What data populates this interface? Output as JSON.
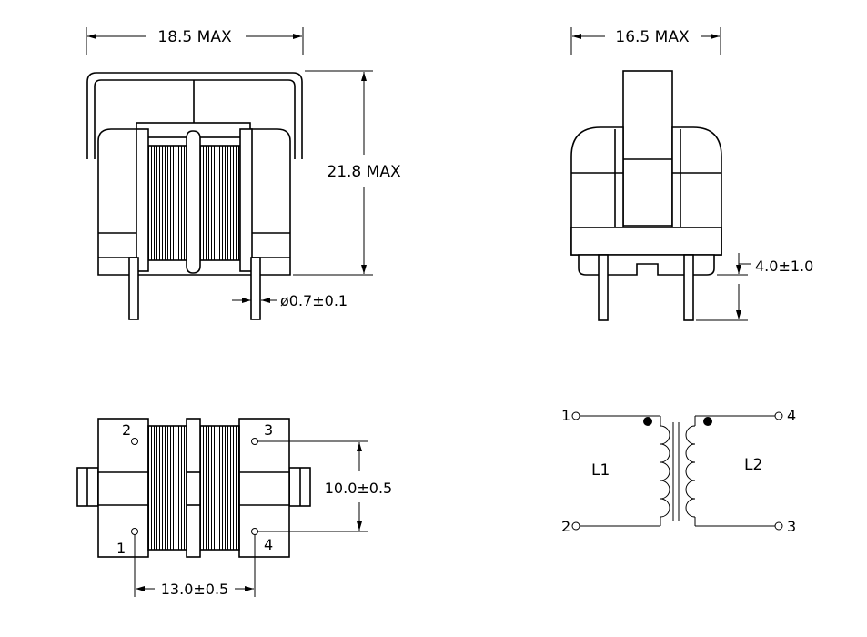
{
  "dimensions": {
    "front_width": "18.5 MAX",
    "front_height": "21.8 MAX",
    "pin_diameter": "ø0.7±0.1",
    "side_width": "16.5 MAX",
    "lead_length": "4.0±1.0",
    "pin_spacing_vertical": "10.0±0.5",
    "pin_spacing_horizontal": "13.0±0.5"
  },
  "bottom_view": {
    "pins": [
      "1",
      "2",
      "3",
      "4"
    ]
  },
  "schematic": {
    "pins": [
      "1",
      "2",
      "3",
      "4"
    ],
    "coil_left": "L1",
    "coil_right": "L2"
  }
}
